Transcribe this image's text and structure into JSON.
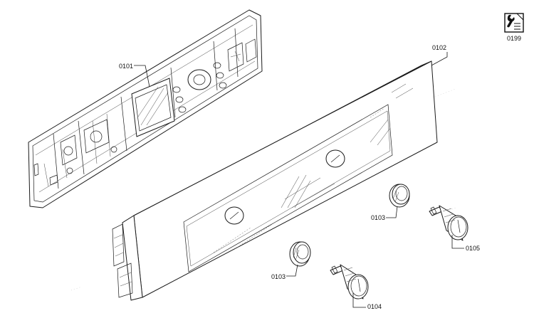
{
  "labels": {
    "service_manual": "0199",
    "housing": "0101",
    "panel": "0102",
    "ring_upper": "0103",
    "ring_lower": "0103",
    "knob_left": "0104",
    "knob_right": "0105"
  },
  "icons": {
    "service": "wrench-document-icon"
  },
  "colors": {
    "line": "#1a1a1a",
    "background": "#ffffff"
  }
}
